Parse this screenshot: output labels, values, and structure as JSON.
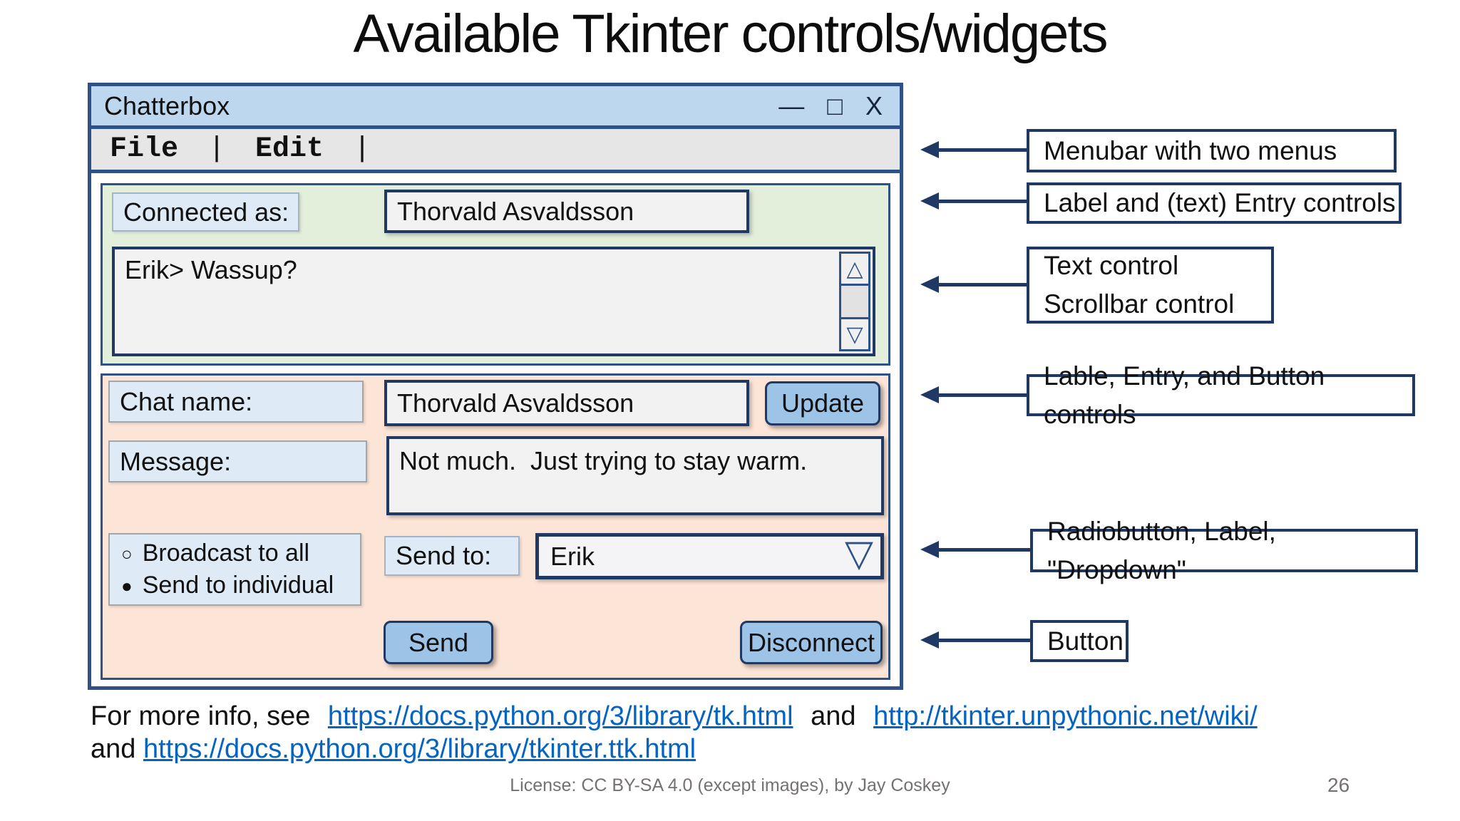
{
  "title": "Available Tkinter controls/widgets",
  "window": {
    "titlebar": {
      "title": "Chatterbox",
      "minimize_icon": "—",
      "maximize_icon": "□",
      "close_icon": "X"
    },
    "menubar": {
      "file_label": "File",
      "edit_label": "Edit",
      "separator": "|"
    },
    "connect_panel": {
      "connected_as_label": "Connected as:",
      "username_value": "Thorvald Asvaldsson",
      "chat_log_text": "Erik> Wassup?",
      "scroll_up_icon": "△",
      "scroll_down_icon": "▽"
    },
    "compose_panel": {
      "chat_name_label": "Chat name:",
      "chat_name_value": "Thorvald Asvaldsson",
      "update_button_label": "Update",
      "message_label": "Message:",
      "message_value": "Not much.  Just trying to stay warm.",
      "broadcast_option_label": "Broadcast to all",
      "broadcast_radio_icon": "○",
      "individual_option_label": "Send to individual",
      "individual_radio_icon": "●",
      "send_to_label": "Send to:",
      "send_to_value": "Erik",
      "dropdown_arrow_icon": "▽",
      "send_button_label": "Send",
      "disconnect_button_label": "Disconnect"
    }
  },
  "annotations": {
    "menubar_note": "Menubar with two menus",
    "label_entry_note": "Label and (text) Entry controls",
    "text_note_line1": "Text control",
    "text_note_line2": "Scrollbar control",
    "label_entry_button_note": "Lable, Entry, and Button controls",
    "radio_note": "Radiobutton, Label, \"Dropdown\"",
    "button_note": "Button"
  },
  "footer": {
    "info_prefix": "For more info, see",
    "link_tk": "https://docs.python.org/3/library/tk.html",
    "conjunction1": "and",
    "link_wiki": "http://tkinter.unpythonic.net/wiki/",
    "conjunction2": "and",
    "link_ttk": "https://docs.python.org/3/library/tkinter.ttk.html",
    "license": "License: CC BY-SA 4.0 (except images), by Jay Coskey",
    "page_number": "26"
  },
  "colors": {
    "window_border": "#2e5288",
    "control_border": "#1f3864",
    "titlebar_bg": "#bdd7ee",
    "menubar_bg": "#e7e6e6",
    "connect_panel_bg": "#e2efda",
    "compose_panel_bg": "#fce4d6",
    "label_bg": "#deebf7",
    "field_bg": "#f2f2f2",
    "button_bg": "#9dc3e6",
    "link_color": "#0563c1",
    "muted_text": "#767171"
  }
}
